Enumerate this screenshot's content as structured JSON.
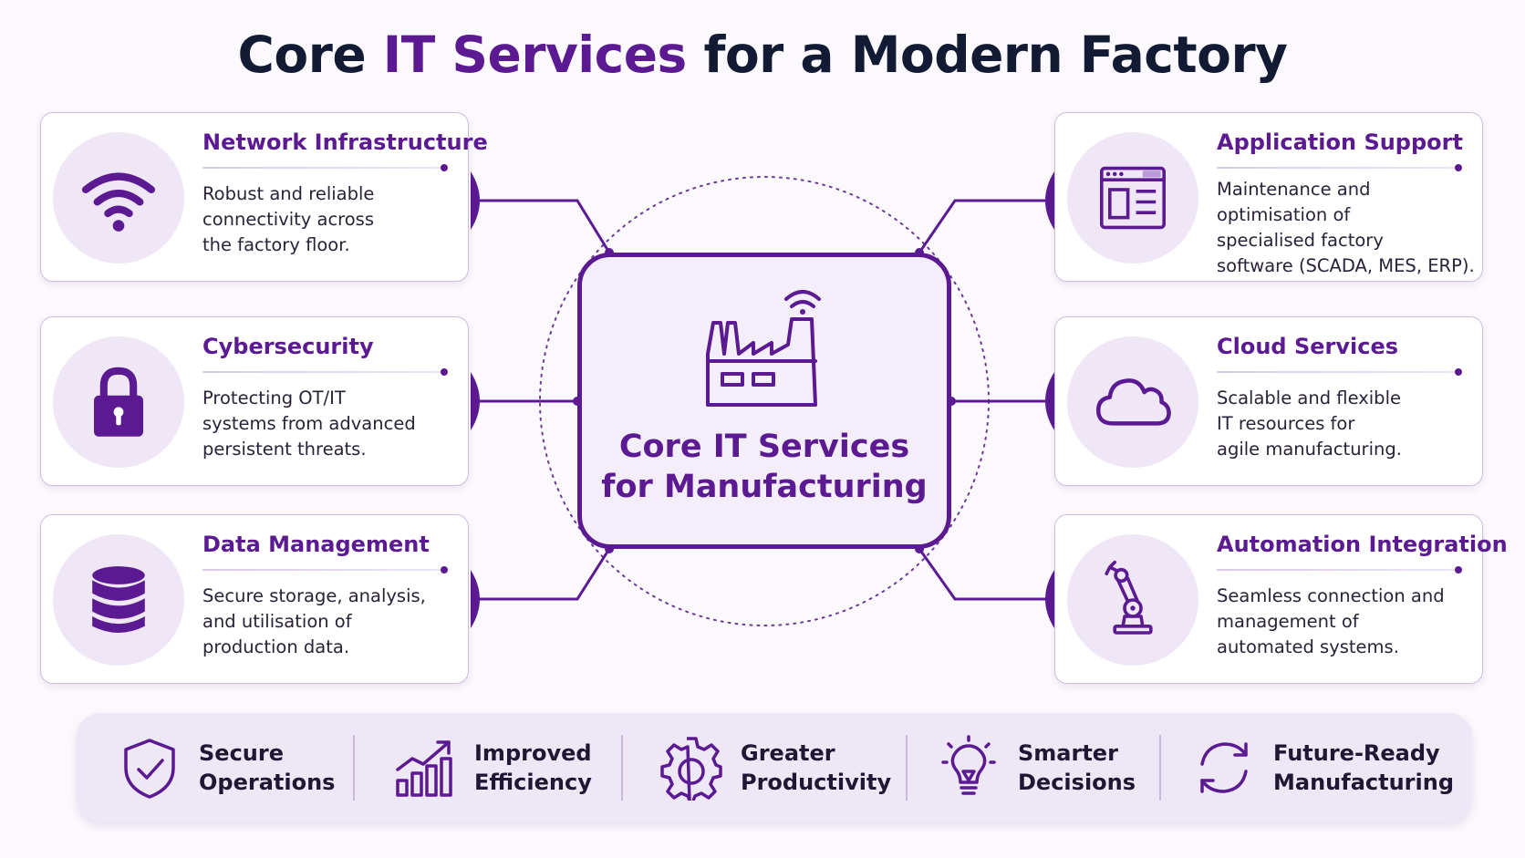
{
  "title": {
    "part1": "Core ",
    "accent": "IT Services",
    "part2": " for a Modern Factory"
  },
  "center": {
    "line1": "Core IT Services",
    "line2": "for Manufacturing",
    "icon": "factory-wifi-icon"
  },
  "services_left": [
    {
      "title": "Network Infrastructure",
      "icon": "wifi-icon",
      "desc": [
        "Robust and reliable",
        "connectivity across",
        "the factory floor."
      ]
    },
    {
      "title": "Cybersecurity",
      "icon": "padlock-icon",
      "desc": [
        "Protecting OT/IT",
        "systems from advanced",
        "persistent threats."
      ]
    },
    {
      "title": "Data Management",
      "icon": "database-icon",
      "desc": [
        "Secure storage, analysis,",
        "and utilisation of",
        "production data."
      ]
    }
  ],
  "services_right": [
    {
      "title": "Application Support",
      "icon": "application-window-icon",
      "desc": [
        "Maintenance and",
        "optimisation of",
        "specialised factory",
        "software (SCADA, MES, ERP)."
      ]
    },
    {
      "title": "Cloud Services",
      "icon": "cloud-icon",
      "desc": [
        "Scalable and flexible",
        "IT resources for",
        "agile manufacturing."
      ]
    },
    {
      "title": "Automation Integration",
      "icon": "robot-arm-icon",
      "desc": [
        "Seamless connection and",
        "management of",
        "automated systems."
      ]
    }
  ],
  "benefits": [
    {
      "line1": "Secure",
      "line2": "Operations",
      "icon": "shield-check-icon"
    },
    {
      "line1": "Improved",
      "line2": "Efficiency",
      "icon": "growth-chart-icon"
    },
    {
      "line1": "Greater",
      "line2": "Productivity",
      "icon": "gear-icon"
    },
    {
      "line1": "Smarter",
      "line2": "Decisions",
      "icon": "lightbulb-icon"
    },
    {
      "line1": "Future-Ready",
      "line2": "Manufacturing",
      "icon": "refresh-arrows-icon"
    }
  ],
  "colors": {
    "accent": "#5b1a91",
    "title": "#131a33",
    "card_bg": "#ffffff",
    "icon_bg": "#efe6f6",
    "page_bg": "#fbf9fd"
  }
}
